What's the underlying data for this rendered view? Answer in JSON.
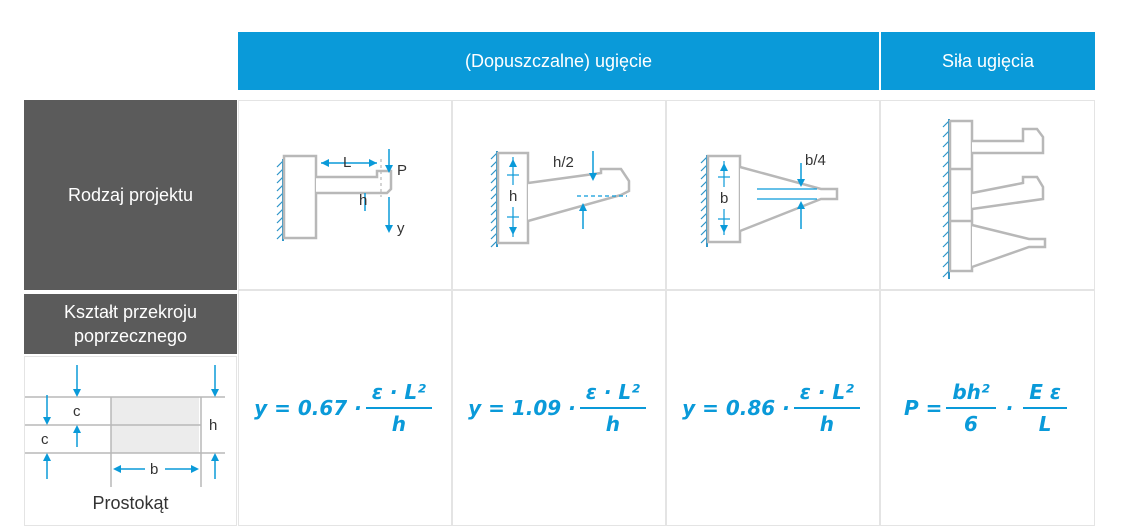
{
  "header": {
    "deflection": "(Dopuszczalne) ugięcie",
    "force": "Siła ugięcia"
  },
  "rows": {
    "project_type": "Rodzaj projektu",
    "cross_section": "Kształt przekroju poprzecznego"
  },
  "diagram_labels": {
    "d1": {
      "L": "L",
      "P": "P",
      "h": "h",
      "y": "y"
    },
    "d2": {
      "h2": "h/2",
      "h": "h"
    },
    "d3": {
      "b4": "b/4",
      "b": "b"
    }
  },
  "cross_section_shape": {
    "name": "Prostokąt",
    "c_top": "c",
    "c_bottom": "c",
    "h": "h",
    "b": "b"
  },
  "formulas": {
    "f1": {
      "lhs": "y = 0.67 ·",
      "num": "ɛ · L²",
      "den": "h"
    },
    "f2": {
      "lhs": "y = 1.09 ·",
      "num": "ɛ · L²",
      "den": "h"
    },
    "f3": {
      "lhs": "y = 0.86 ·",
      "num": "ɛ · L²",
      "den": "h"
    },
    "f4": {
      "lhs": "P =",
      "num1": "bh²",
      "den1": "6",
      "dot": "·",
      "num2": "E ɛ",
      "den2": "L"
    }
  },
  "colors": {
    "accent": "#0a9ad9",
    "side_bg": "#5b5b5b",
    "line_gray": "#b8b8b8",
    "text": "#333333"
  }
}
